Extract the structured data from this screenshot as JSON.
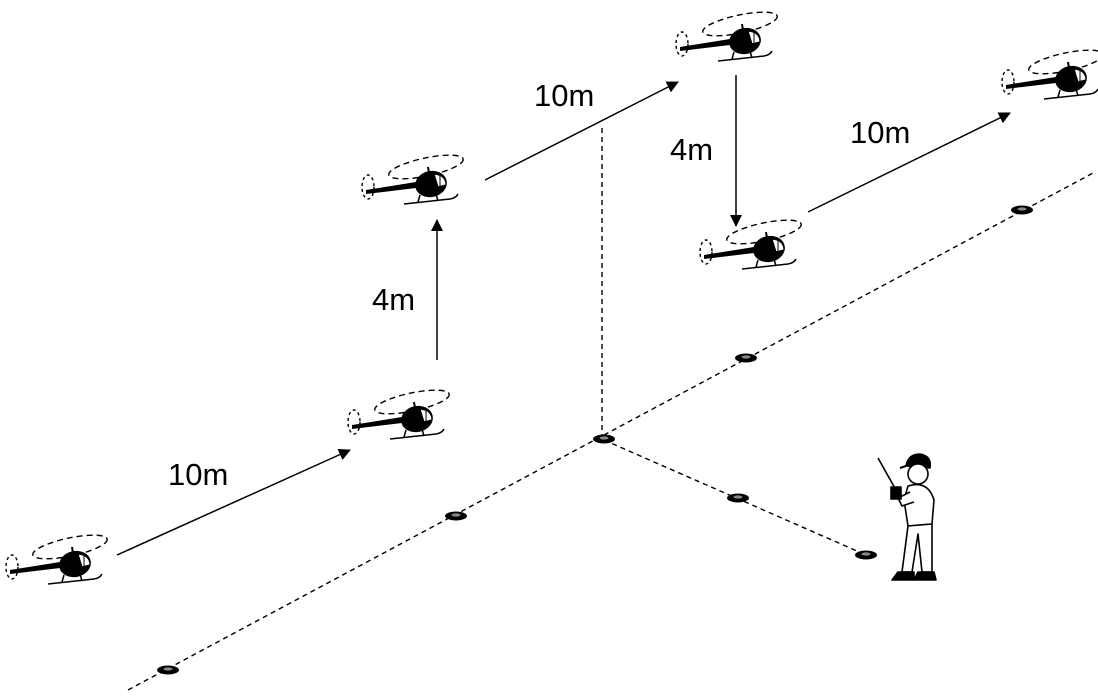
{
  "labels": {
    "seg1": "10m",
    "seg2": "4m",
    "seg3": "10m",
    "seg4": "4m",
    "seg5": "10m"
  },
  "helicopter_icon": "helicopter-icon",
  "pilot_icon": "rc-pilot-icon",
  "marker_icon": "ground-marker-icon",
  "colors": {
    "ink": "#000000",
    "background": "#ffffff"
  }
}
